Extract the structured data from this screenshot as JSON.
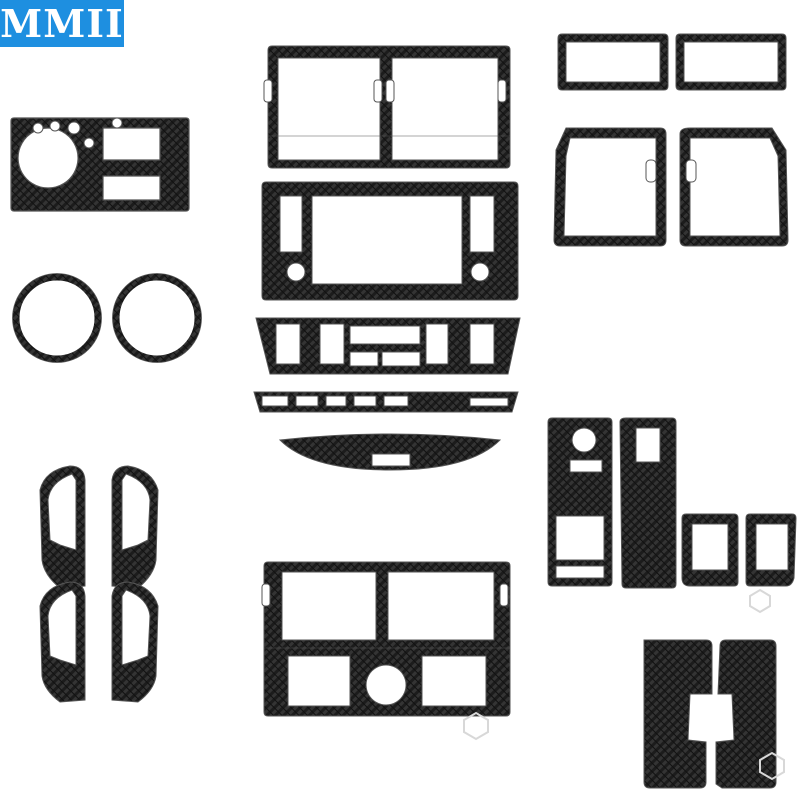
{
  "brand": {
    "badge_text": "MMII",
    "badge_color": "#1e8fe0"
  },
  "product": {
    "material": "carbon-fiber",
    "base_color": "#1c1c1c",
    "weave_color": "#3a3a3a",
    "edge_color": "#5a5a5a",
    "pieces": [
      {
        "name": "headlight-switch-frame",
        "count": 1
      },
      {
        "name": "round-ring-trim",
        "count": 2
      },
      {
        "name": "door-handle-trim",
        "count": 4
      },
      {
        "name": "center-dash-vent-frame",
        "count": 1
      },
      {
        "name": "navigation-screen-frame",
        "count": 1
      },
      {
        "name": "climate-control-panel",
        "count": 1
      },
      {
        "name": "button-strip-trim",
        "count": 1
      },
      {
        "name": "arc-trim",
        "count": 1
      },
      {
        "name": "lower-vent-panel",
        "count": 1
      },
      {
        "name": "small-rectangle-frame",
        "count": 2
      },
      {
        "name": "side-vent-frame",
        "count": 2
      },
      {
        "name": "window-switch-panel",
        "count": 2
      },
      {
        "name": "small-switch-frame",
        "count": 2
      },
      {
        "name": "console-side-trim",
        "count": 2
      }
    ]
  },
  "watermark": {
    "icon": "shield-x-icon",
    "color": "#d8d8d8"
  }
}
